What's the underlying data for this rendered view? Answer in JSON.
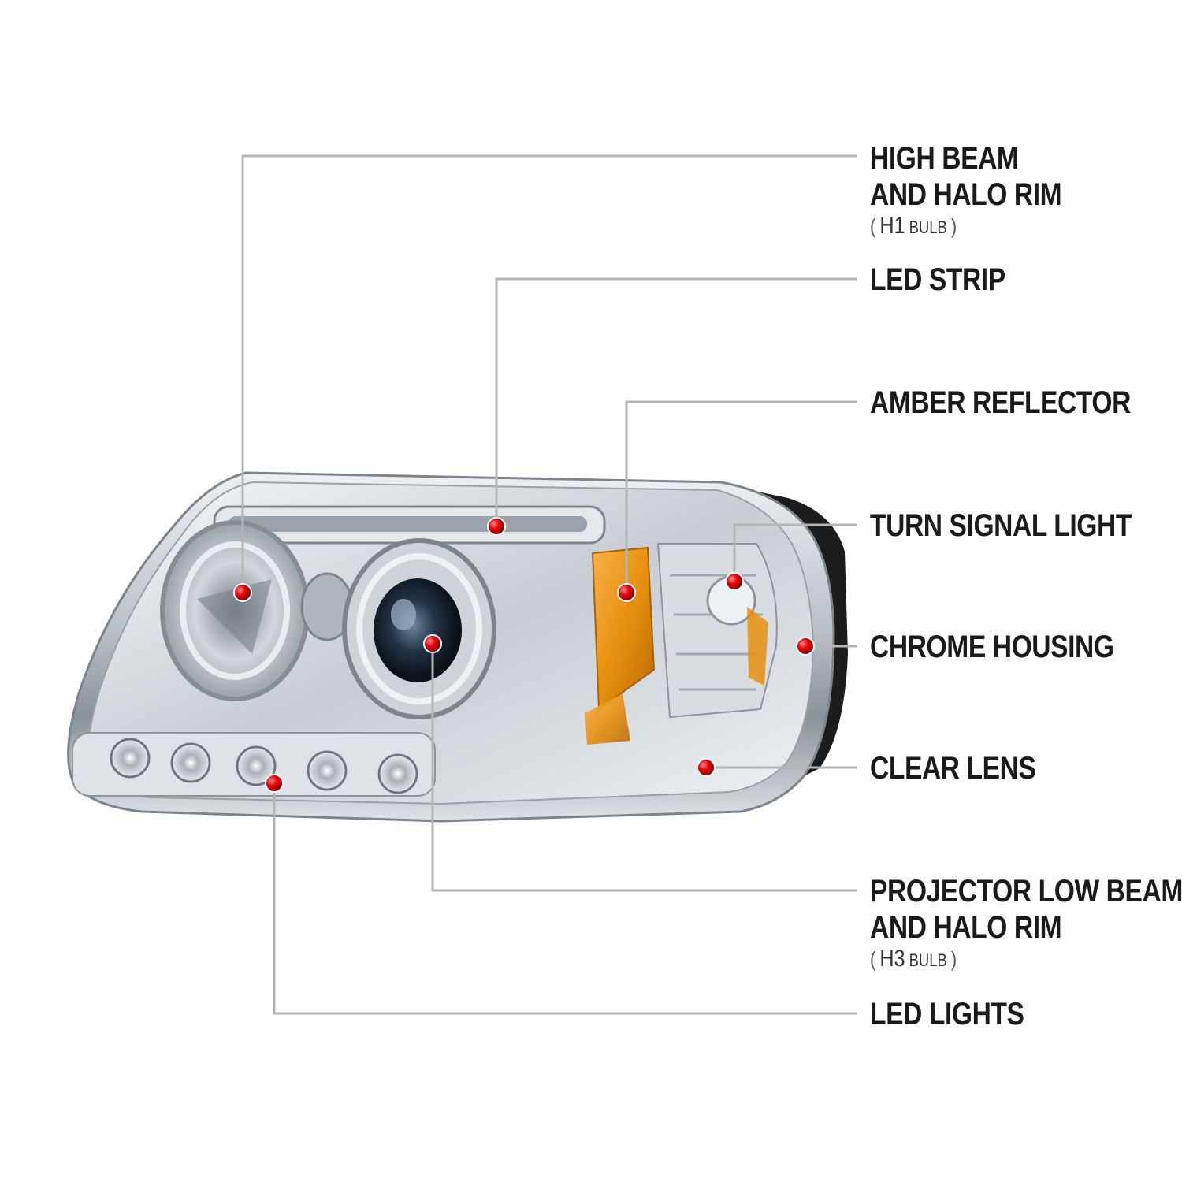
{
  "colors": {
    "leader_line": "#b5b5b5",
    "marker": "#e0060c",
    "text": "#1a1a1a",
    "amber": "#e8900f",
    "chrome": "#c9ced3",
    "gasket": "#1c1c1c"
  },
  "callouts": [
    {
      "id": "high-beam",
      "title_lines": [
        "HIGH BEAM",
        "AND HALO RIM"
      ],
      "bulb_code": "H1",
      "bulb_word": "BULB"
    },
    {
      "id": "led-strip",
      "title_lines": [
        "LED STRIP"
      ]
    },
    {
      "id": "amber-reflector",
      "title_lines": [
        "AMBER REFLECTOR"
      ]
    },
    {
      "id": "turn-signal",
      "title_lines": [
        "TURN SIGNAL LIGHT"
      ]
    },
    {
      "id": "chrome-housing",
      "title_lines": [
        "CHROME HOUSING"
      ]
    },
    {
      "id": "clear-lens",
      "title_lines": [
        "CLEAR LENS"
      ]
    },
    {
      "id": "projector-low-beam",
      "title_lines": [
        "PROJECTOR LOW BEAM",
        "AND HALO RIM"
      ],
      "bulb_code": "H3",
      "bulb_word": "BULB"
    },
    {
      "id": "led-lights",
      "title_lines": [
        "LED LIGHTS"
      ]
    }
  ]
}
